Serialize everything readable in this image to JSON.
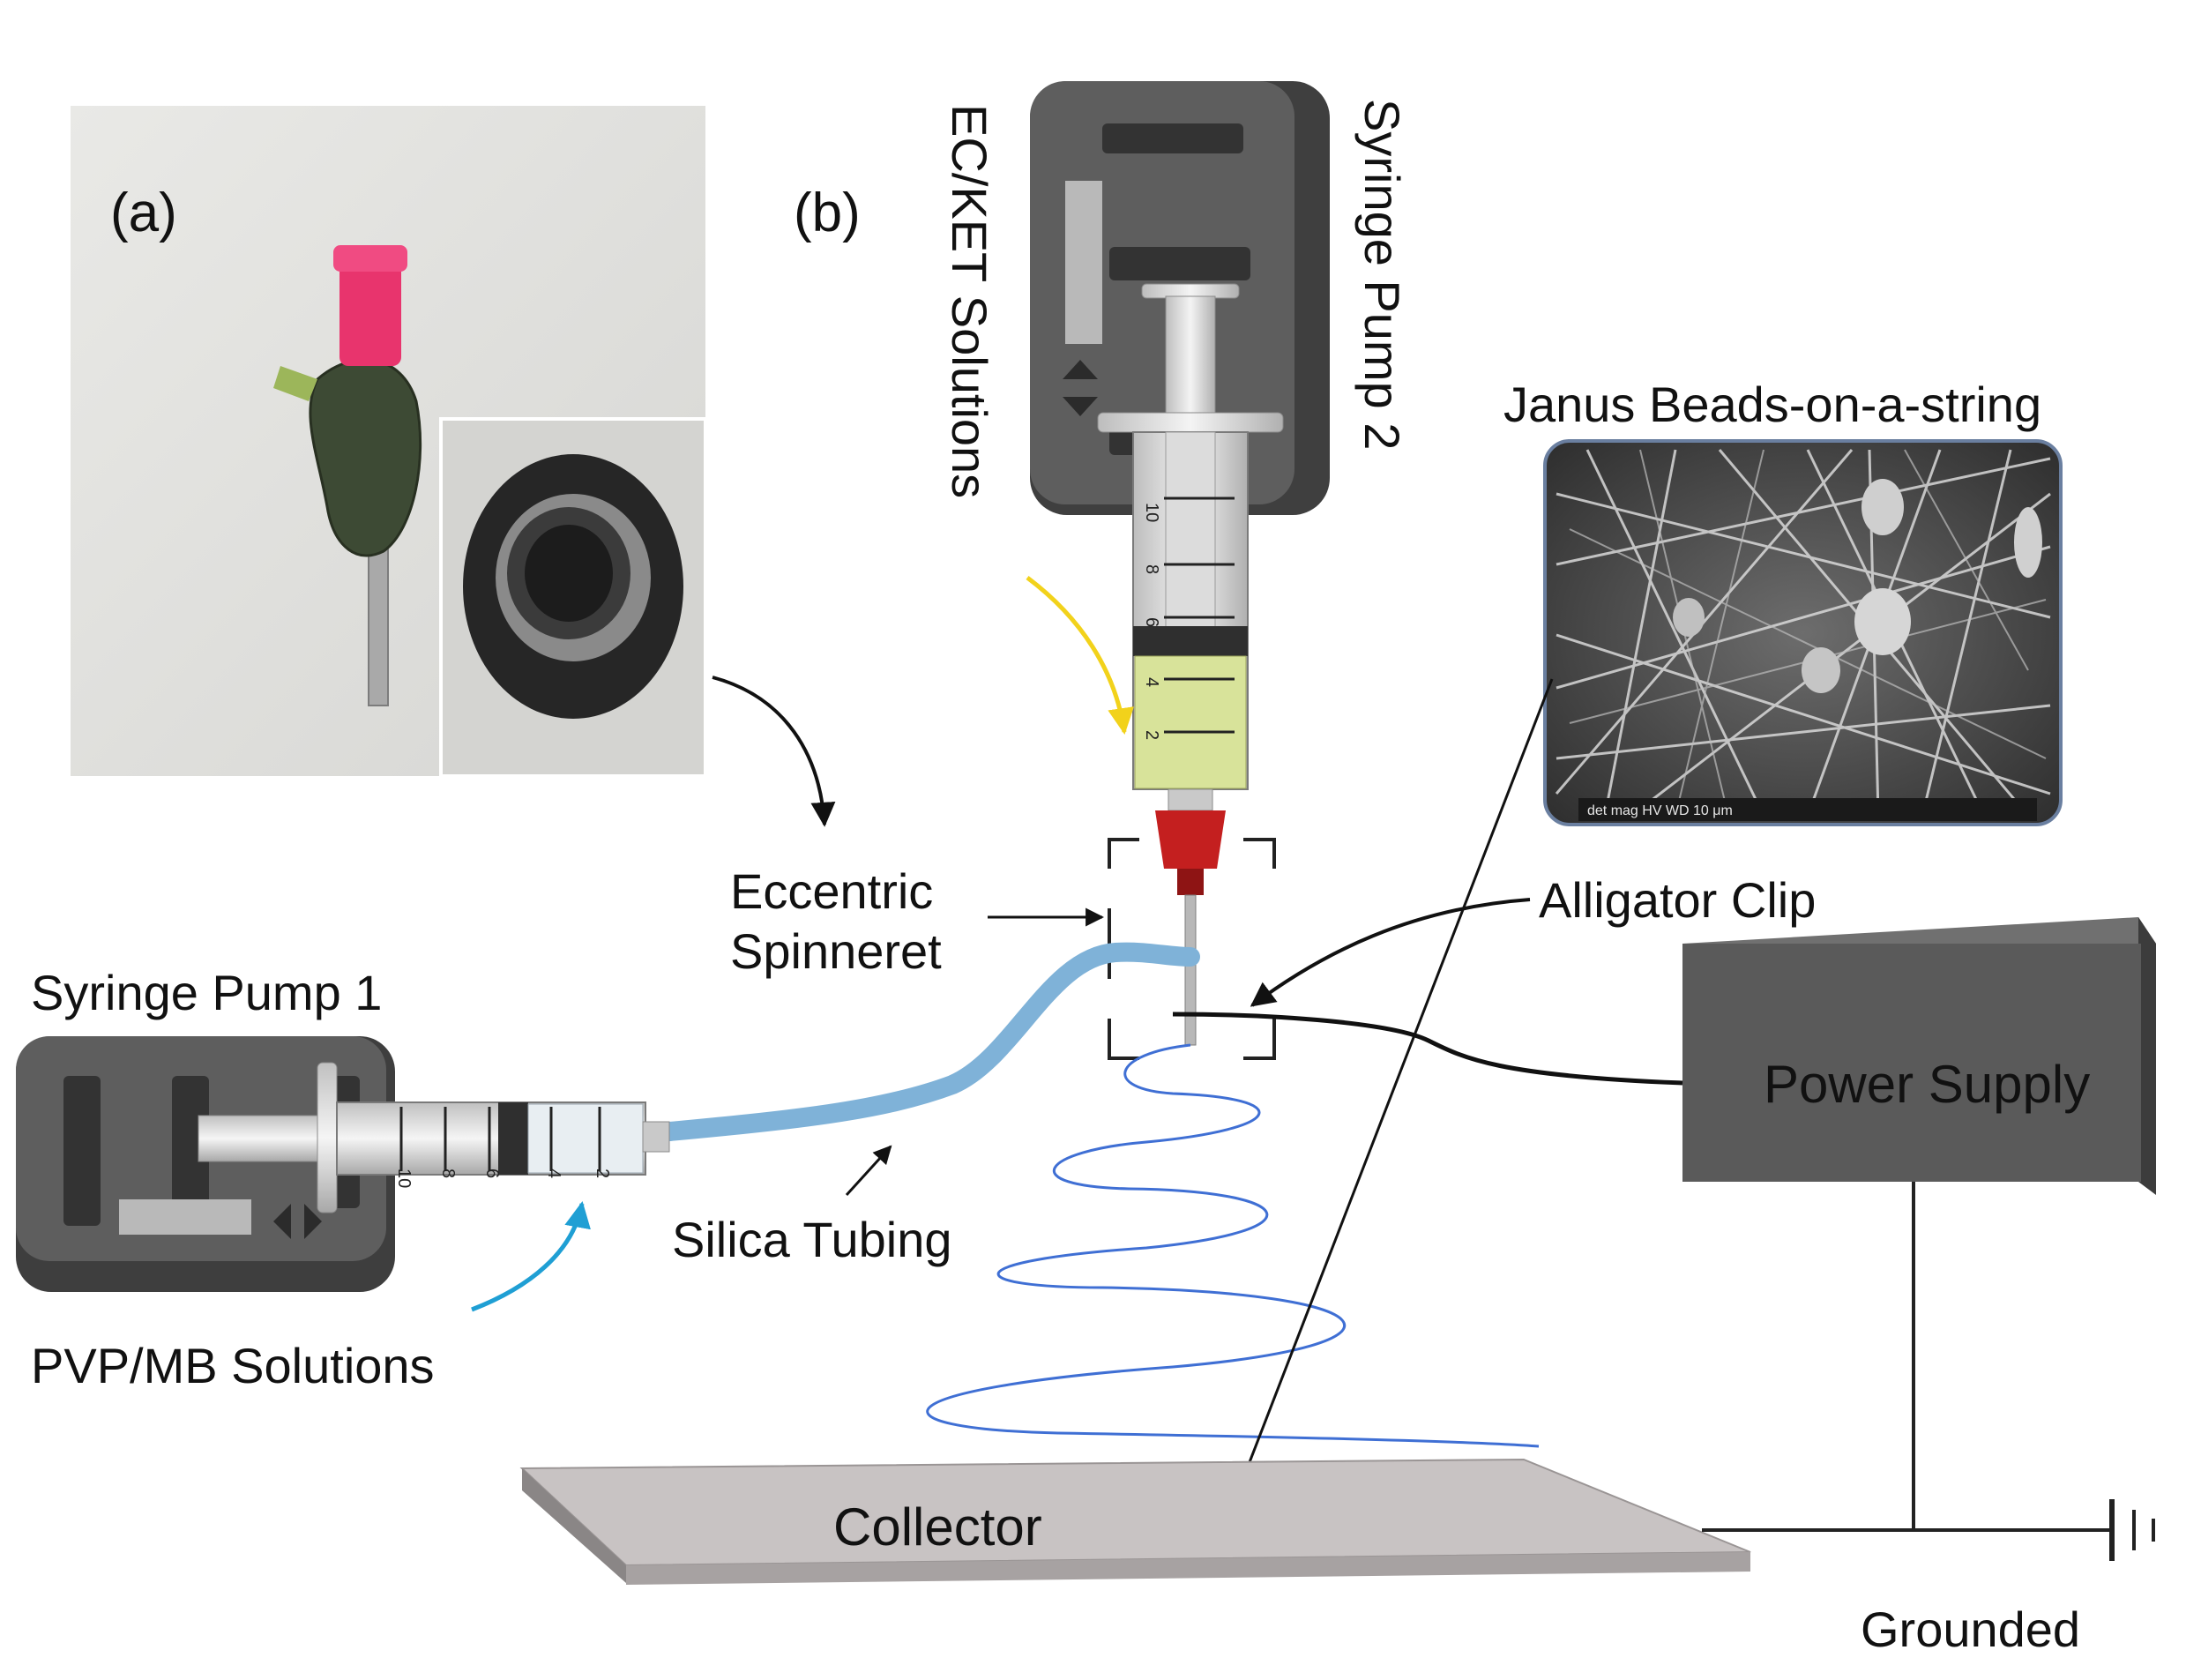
{
  "panels": {
    "a": "(a)",
    "b": "(b)"
  },
  "labels": {
    "syringe_pump_2": "Syringe Pump 2",
    "ec_ket_solutions": "EC/KET Solutions",
    "janus_title": "Janus Beads-on-a-string",
    "eccentric_line1": "Eccentric",
    "eccentric_line2": "Spinneret",
    "alligator_clip": "Alligator Clip",
    "syringe_pump_1": "Syringe Pump 1",
    "power_supply": "Power Supply",
    "silica_tubing": "Silica Tubing",
    "pvp_mb_solutions": "PVP/MB Solutions",
    "collector": "Collector",
    "grounded": "Grounded"
  },
  "syringe2_scale": [
    "10",
    "8",
    "6",
    "4",
    "2"
  ],
  "syringe1_scale": [
    "10",
    "8",
    "6",
    "4",
    "2"
  ],
  "sem_info": "det   mag   HV   WD   10 μm",
  "colors": {
    "pump_body": "#5e5e5e",
    "pump_dark": "#3a3a3a",
    "tubing": "#7fb2d8",
    "jet": "#3f6fd4",
    "solution_yellow": "#d8e39a",
    "needle_hub": "#c41f1f",
    "arrow_yellow": "#f2d21b",
    "arrow_blue": "#1f9fd4",
    "collector": "#c8c3c3"
  }
}
